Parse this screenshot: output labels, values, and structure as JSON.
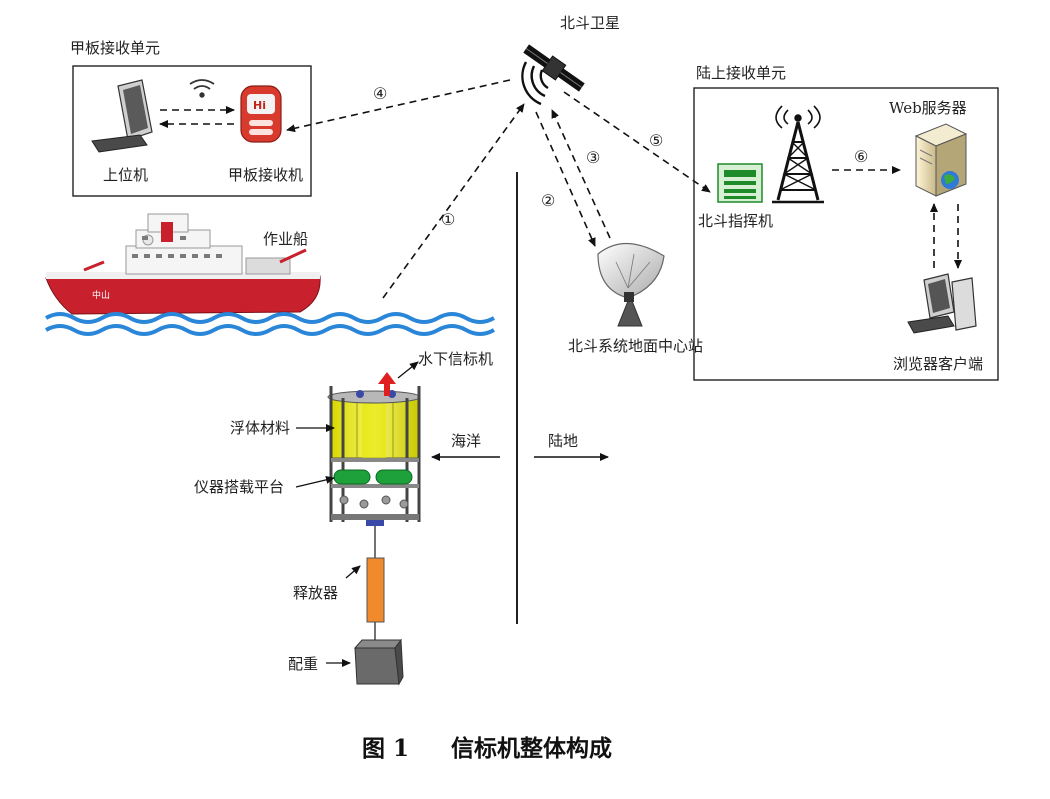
{
  "labels": {
    "satellite": "北斗卫星",
    "deck_unit": "甲板接收单元",
    "host_pc": "上位机",
    "deck_receiver": "甲板接收机",
    "land_unit": "陆上接收单元",
    "web_server": "Web服务器",
    "command_machine": "北斗指挥机",
    "ship": "作业船",
    "ground_station": "北斗系统地面中心站",
    "browser_client": "浏览器客户端",
    "beacon": "水下信标机",
    "float_material": "浮体材料",
    "platform": "仪器搭载平台",
    "ocean": "海洋",
    "land": "陆地",
    "releaser": "释放器",
    "weight": "配重",
    "ship_hull_text": "中山",
    "receiver_screen": "Hi"
  },
  "steps": [
    "①",
    "②",
    "③",
    "④",
    "⑤",
    "⑥"
  ],
  "caption": {
    "figure_no": "图 1",
    "title": "信标机整体构成"
  }
}
